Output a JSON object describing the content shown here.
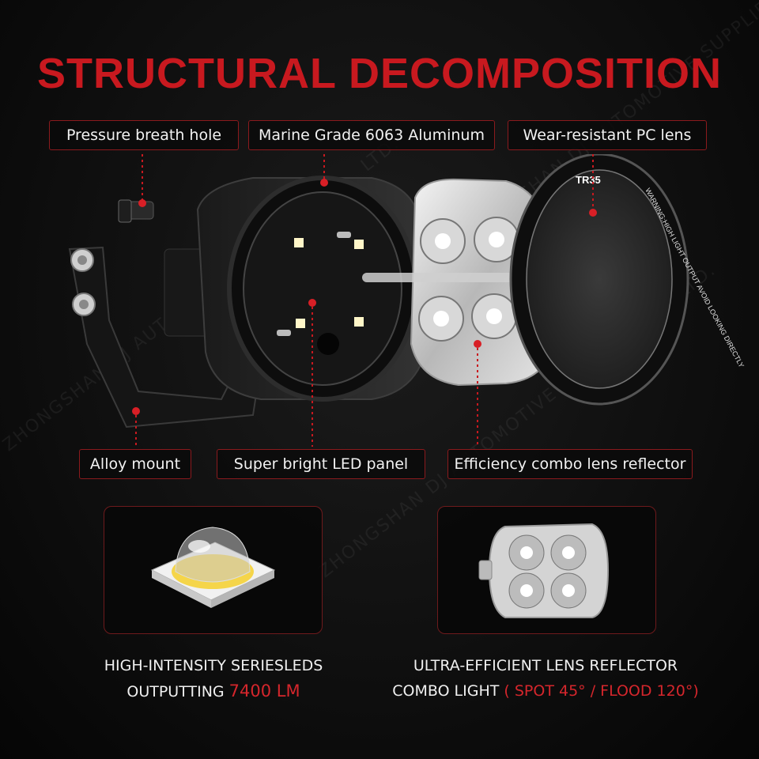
{
  "title": "STRUCTURAL DECOMPOSITION",
  "watermark": "ZHONGSHAN DJ AUTOMOTIVE SUPPLIES CO., LTD.",
  "labels": {
    "pressure_hole": "Pressure breath hole",
    "aluminum": "Marine Grade 6063 Aluminum",
    "pc_lens": "Wear-resistant PC lens",
    "alloy_mount": "Alloy mount",
    "led_panel": "Super bright LED panel",
    "reflector": "Efficiency combo lens reflector"
  },
  "lens_ring": {
    "model": "TR35",
    "warning": "WARNING:HIGH LIGHT OUTPUT AVOID LOOKING DIRECTLY"
  },
  "left_caption": {
    "line1": "HIGH-INTENSITY SERIESLEDS",
    "line2_prefix": "OUTPUTTING ",
    "line2_value": "7400 LM"
  },
  "right_caption": {
    "line1": "ULTRA-EFFICIENT LENS REFLECTOR",
    "line2_prefix": "COMBO LIGHT ",
    "line2_value": "( SPOT 45° / FLOOD 120°)"
  },
  "colors": {
    "accent": "#c8191f",
    "background": "#0c0c0c"
  }
}
